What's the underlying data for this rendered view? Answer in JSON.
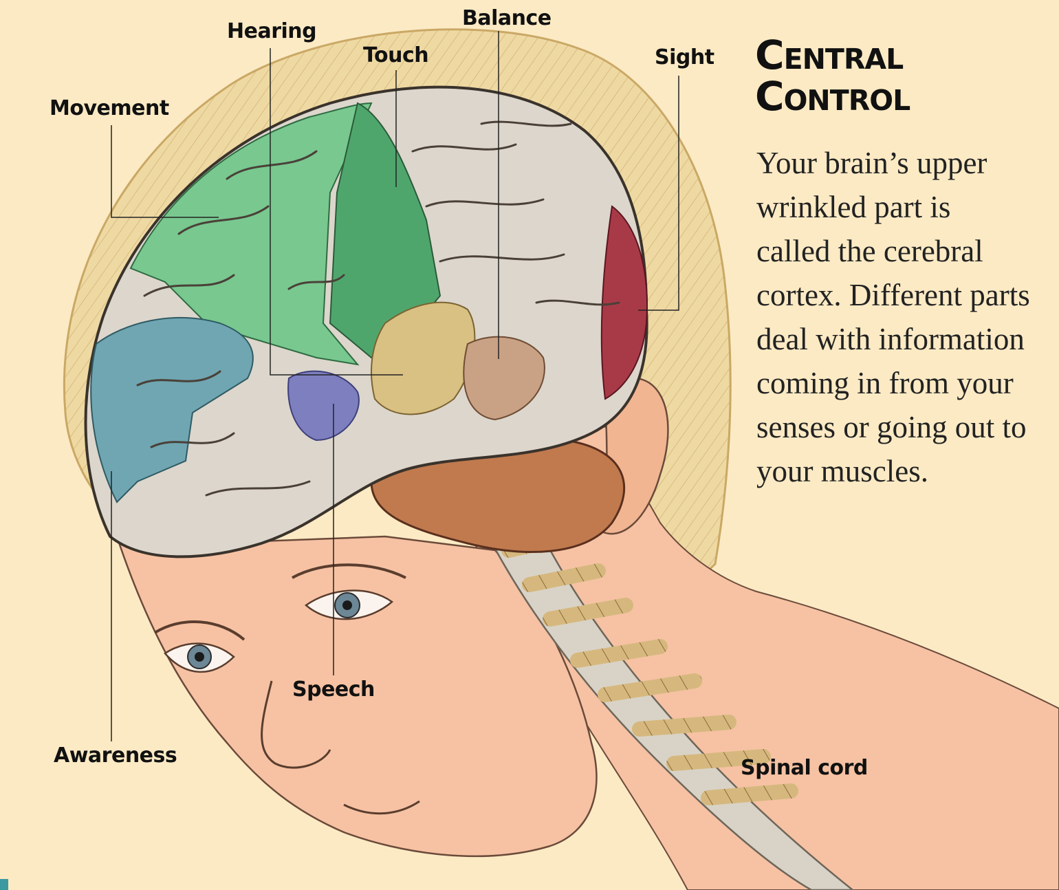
{
  "labels": {
    "movement": "Movement",
    "hearing": "Hearing",
    "touch": "Touch",
    "balance": "Balance",
    "sight": "Sight",
    "speech": "Speech",
    "awareness": "Awareness",
    "spinal_cord": "Spinal cord"
  },
  "heading": {
    "line1": "Central",
    "line2": "Control"
  },
  "body": "Your brain’s upper wrinkled part is called the cerebral cortex. Different parts deal with information coming in from your senses or going out to your muscles.",
  "colors": {
    "background": "#fbeac4",
    "skin": "#f6c2a3",
    "hair": "#efd9a3",
    "cortex": "#dcd6cc",
    "movement_region": "#78c88f",
    "touch_region": "#4fa66d",
    "awareness_region": "#6fa6b2",
    "speech_region": "#7d7fbf",
    "hearing_region": "#d9c083",
    "balance_region": "#c9a184",
    "sight_region": "#a83a47",
    "cerebellum": "#c07a4e",
    "spinal_cord": "#d9d3c7"
  }
}
